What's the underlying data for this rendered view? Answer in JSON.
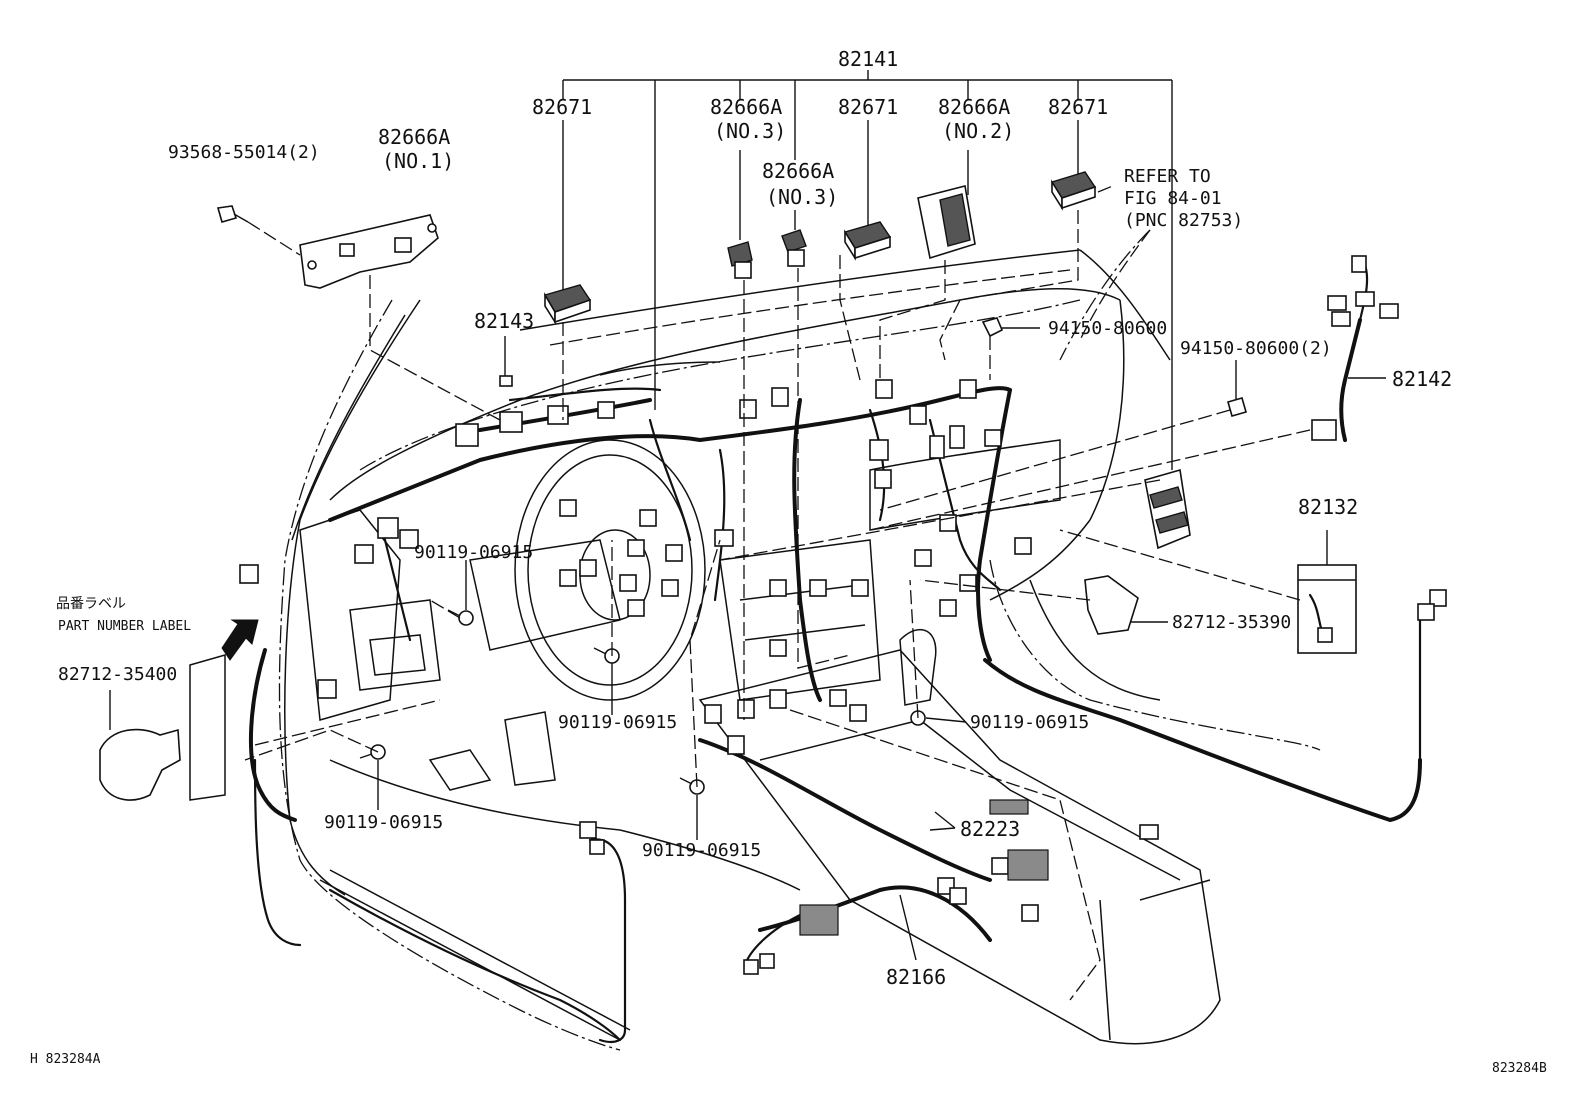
{
  "labels": {
    "p82141": "82141",
    "p82671_a": "82671",
    "p82666a_no3_a": "82666A",
    "p82666a_no3_a_sub": "(NO.3)",
    "p82671_b": "82671",
    "p82666a_no2": "82666A",
    "p82666a_no2_sub": "(NO.2)",
    "p82671_c": "82671",
    "p82666a_no3_b": "82666A",
    "p82666a_no3_b_sub": "(NO.3)",
    "refer_1": "REFER TO",
    "refer_2": "FIG 84-01",
    "refer_3": "(PNC 82753)",
    "p93568": "93568-55014(2)",
    "p82666a_no1": "82666A",
    "p82666a_no1_sub": "(NO.1)",
    "p82143": "82143",
    "p94150_a": "94150-80600",
    "p94150_b": "94150-80600(2)",
    "p82142": "82142",
    "p82132": "82132",
    "p82712_35390": "82712-35390",
    "p90119_a": "90119-06915",
    "p90119_b": "90119-06915",
    "p90119_c": "90119-06915",
    "p90119_d": "90119-06915",
    "p90119_e": "90119-06915",
    "p82223": "82223",
    "p82166": "82166",
    "p82712_35400": "82712-35400",
    "label_jp": "品番ラベル",
    "label_en": "PART NUMBER LABEL",
    "footer_left": "H  823284A",
    "footer_right": "823284B"
  }
}
